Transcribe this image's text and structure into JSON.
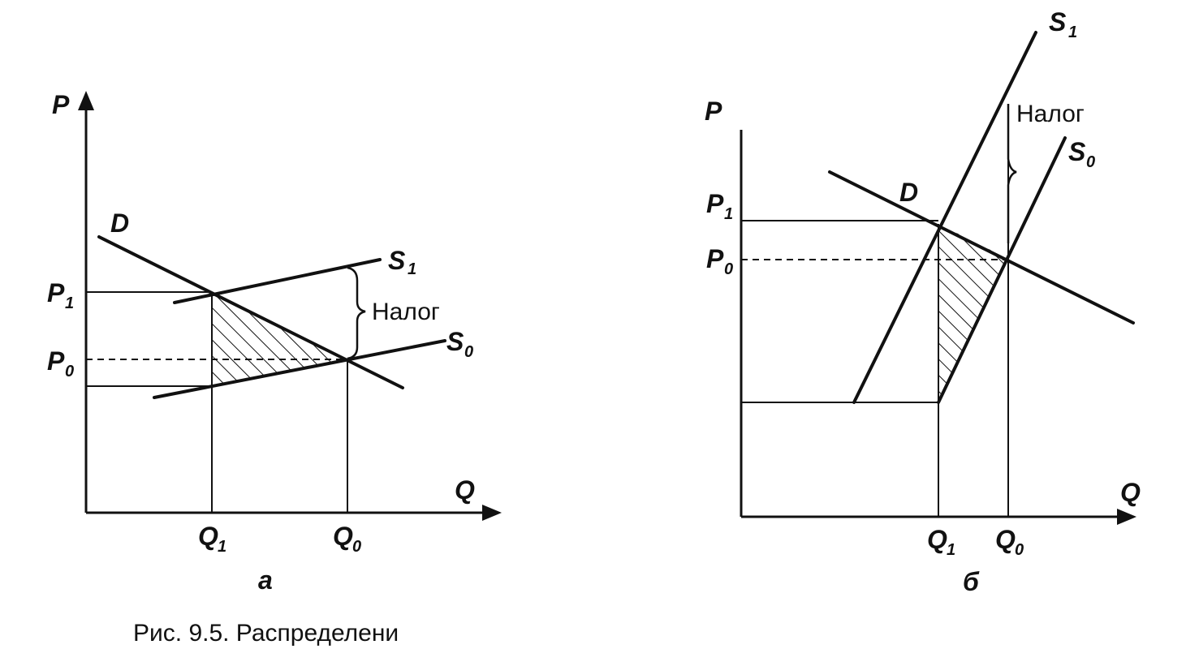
{
  "panel_a": {
    "axis_p": "P",
    "axis_q": "Q",
    "label_d": "D",
    "label_s1": "S",
    "label_s1_sub": "1",
    "label_s0": "S",
    "label_s0_sub": "0",
    "label_p1": "P",
    "label_p1_sub": "1",
    "label_p0": "P",
    "label_p0_sub": "0",
    "label_q1": "Q",
    "label_q1_sub": "1",
    "label_q0": "Q",
    "label_q0_sub": "0",
    "tax": "Налог",
    "panel_letter": "а"
  },
  "panel_b": {
    "axis_p": "P",
    "axis_q": "Q",
    "label_d": "D",
    "label_s1": "S",
    "label_s1_sub": "1",
    "label_s0": "S",
    "label_s0_sub": "0",
    "label_p1": "P",
    "label_p1_sub": "1",
    "label_p0": "P",
    "label_p0_sub": "0",
    "label_q1": "Q",
    "label_q1_sub": "1",
    "label_q0": "Q",
    "label_q0_sub": "0",
    "tax": "Налог",
    "panel_letter": "б"
  },
  "caption": "Рис. 9.5. Распределени"
}
